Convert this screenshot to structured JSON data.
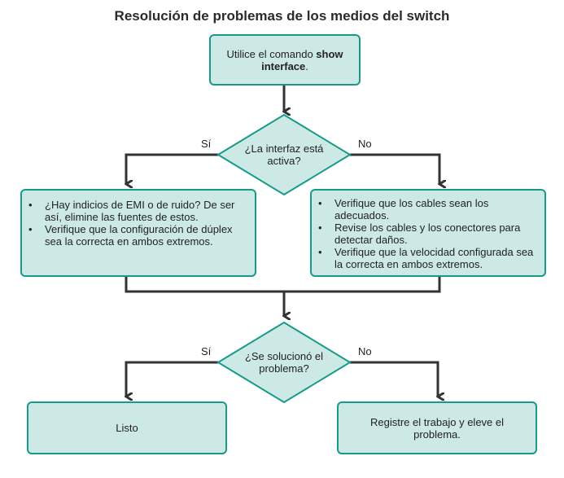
{
  "title": "Resolución de problemas de los medios del switch",
  "start": {
    "text_plain": "Utilice el comando ",
    "command": "show interface",
    "period": "."
  },
  "decision1": {
    "question": "¿La interfaz está activa?",
    "yes": "Sí",
    "no": "No"
  },
  "yes_box1": {
    "items": [
      "¿Hay indicios de EMI o de ruido? De ser así, elimine las fuentes de estos.",
      "Verifique que la configuración de dúplex sea la correcta en ambos extremos."
    ]
  },
  "no_box1": {
    "items": [
      "Verifique que los cables sean los adecuados.",
      "Revise los cables y los conectores para detectar daños.",
      "Verifique que la velocidad configurada sea la correcta en ambos extremos."
    ]
  },
  "decision2": {
    "question": "¿Se solucionó el problema?",
    "yes": "Sí",
    "no": "No"
  },
  "done": "Listo",
  "escalate": "Registre el trabajo y eleve el problema.",
  "colors": {
    "fill": "#cde9e6",
    "border": "#179a8a",
    "line": "#333333"
  }
}
